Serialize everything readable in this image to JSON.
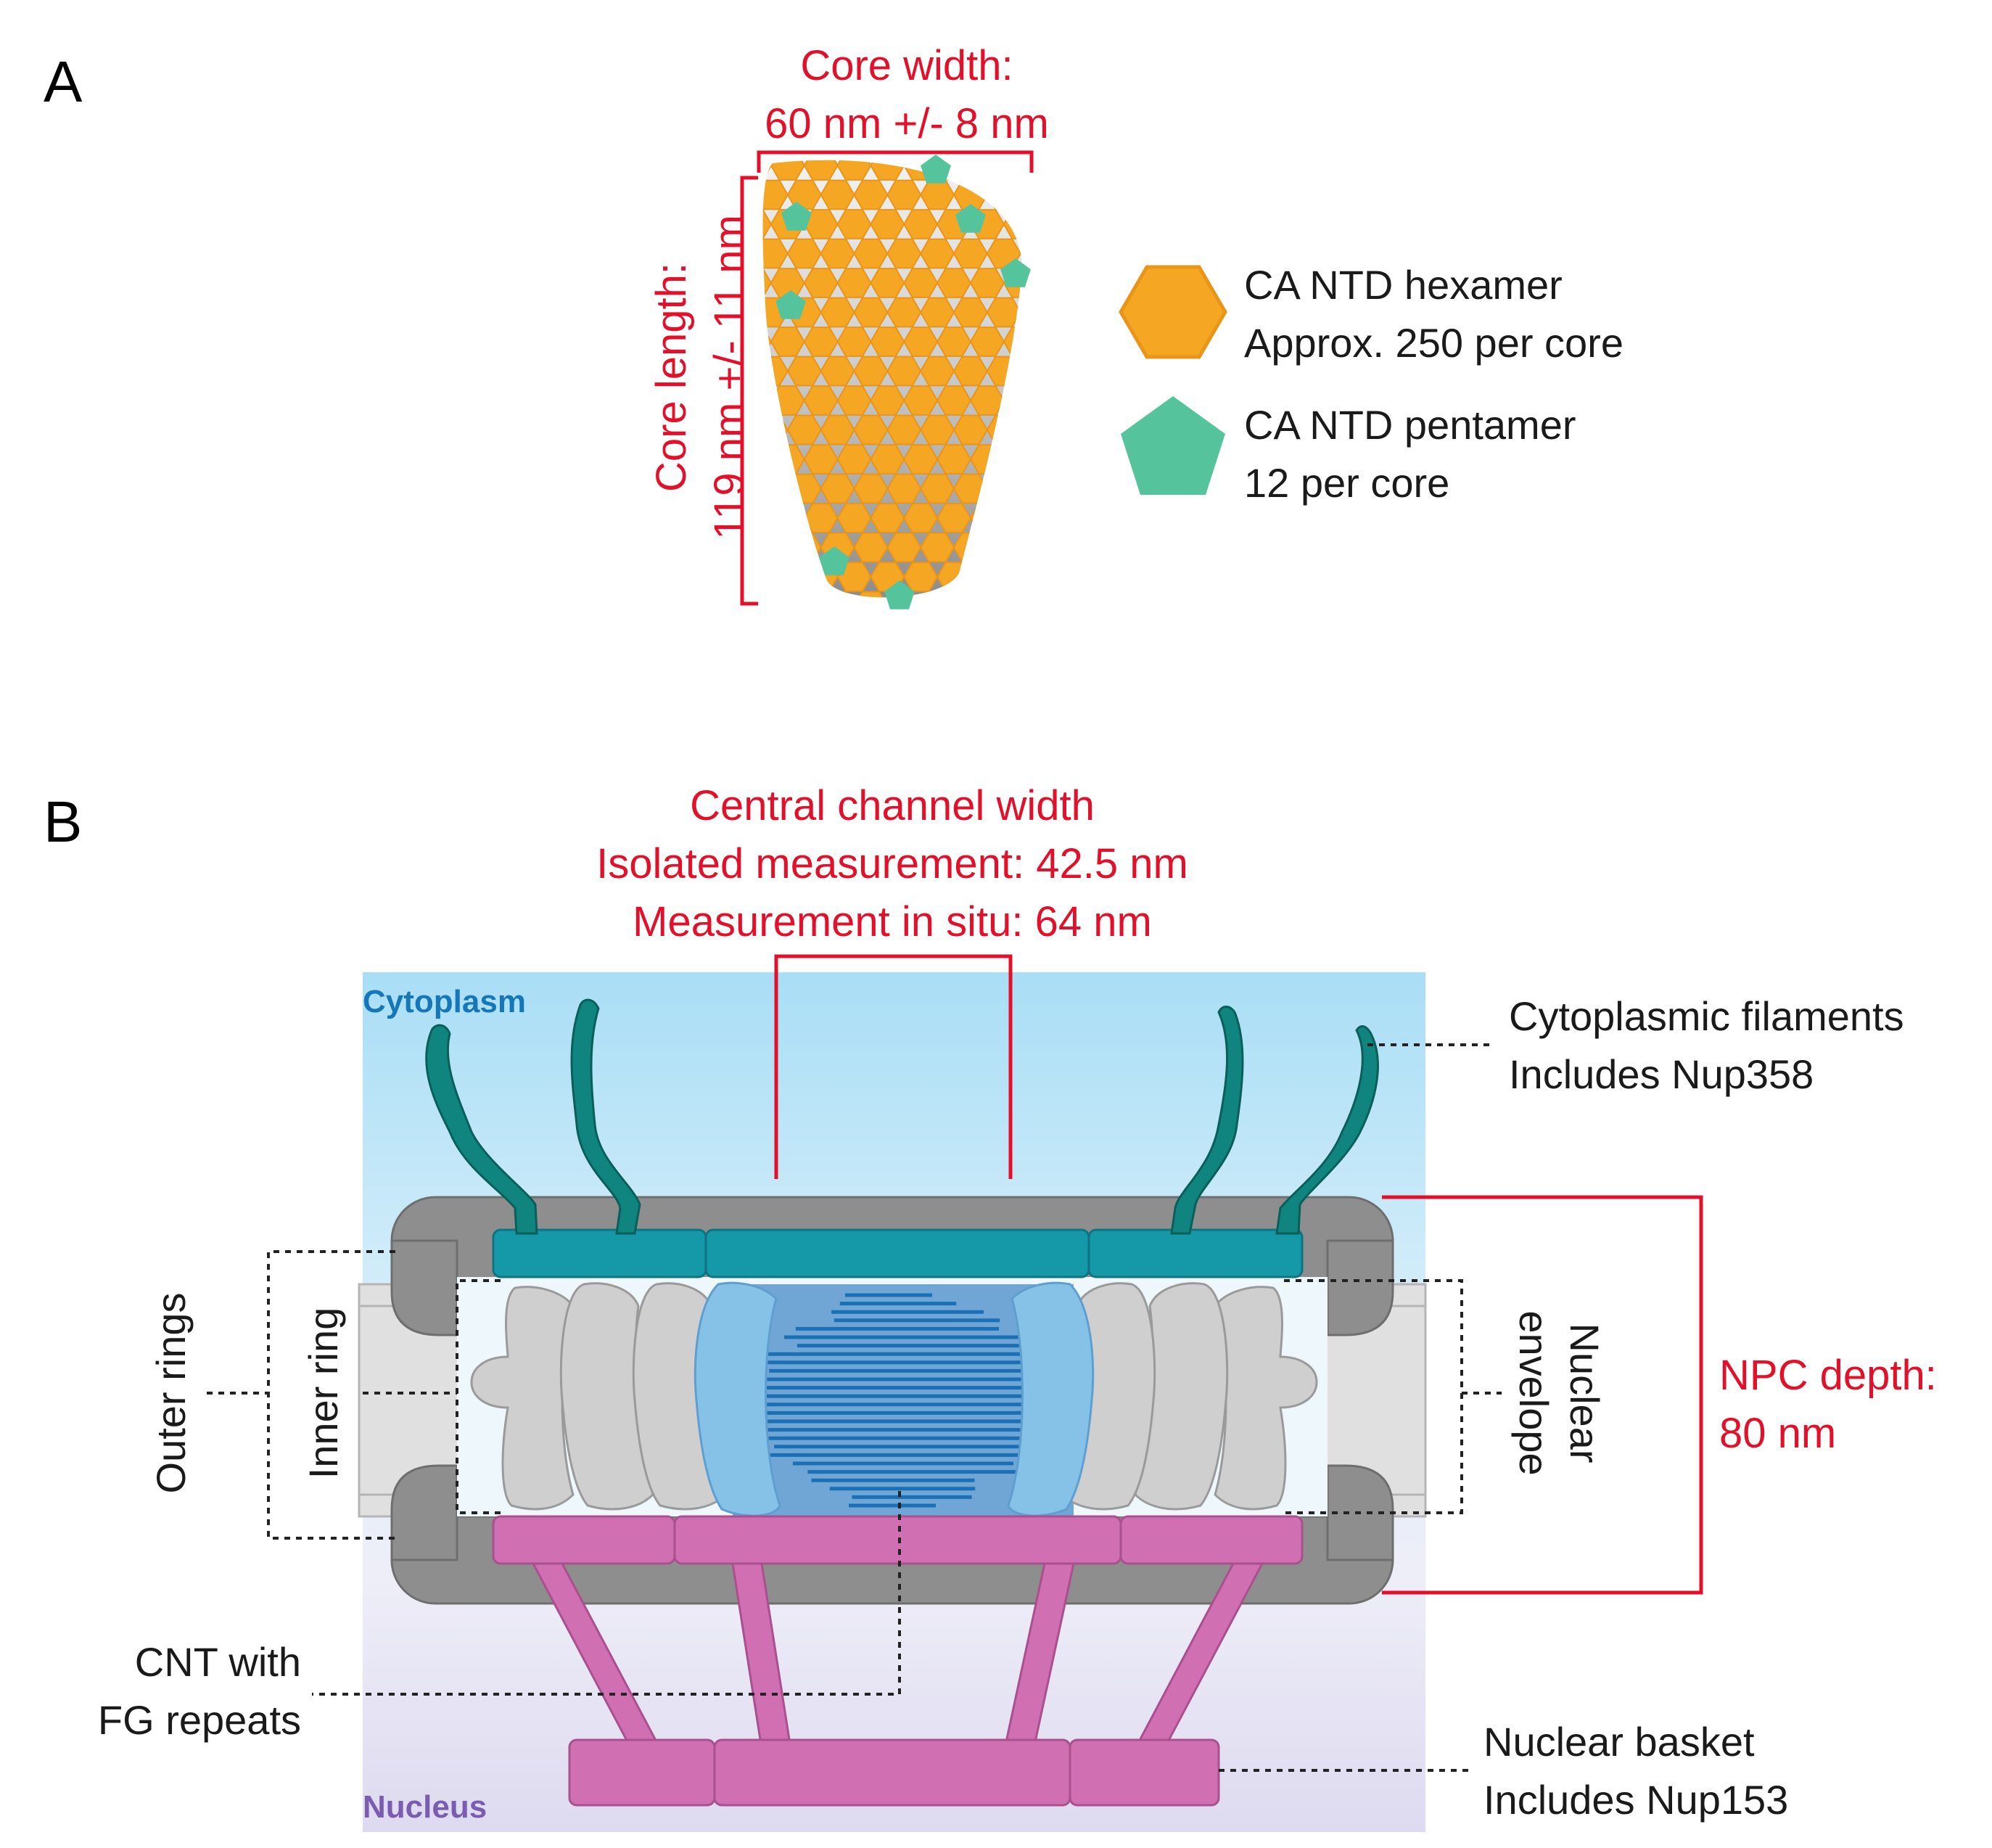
{
  "panel_a": {
    "letter": "A",
    "core_width": {
      "line1": "Core width:",
      "line2": "60 nm +/- 8 nm"
    },
    "core_length": {
      "line1": "Core length:",
      "line2": "119 nm +/- 11 nm"
    },
    "legend": [
      {
        "shape": "hexagon",
        "color": "#f5a623",
        "line1": "CA NTD hexamer",
        "line2": "Approx. 250 per core"
      },
      {
        "shape": "pentagon",
        "color": "#55c49c",
        "line1": "CA NTD pentamer",
        "line2": "12 per core"
      }
    ]
  },
  "panel_b": {
    "letter": "B",
    "central_channel": {
      "line1": "Central channel width",
      "line2": "Isolated measurement: 42.5 nm",
      "line3": "Measurement in situ: 64 nm"
    },
    "regions": {
      "cytoplasm": "Cytoplasm",
      "nucleus": "Nucleus"
    },
    "labels": {
      "cytoplasmic_filaments": {
        "line1": "Cytoplasmic filaments",
        "line2": "Includes Nup358"
      },
      "nuclear_envelope": {
        "line1": "Nuclear",
        "line2": "envelope"
      },
      "npc_depth": {
        "line1": "NPC depth:",
        "line2": "80 nm"
      },
      "outer_rings": "Outer rings",
      "inner_ring": "Inner ring",
      "cnt": {
        "line1": "CNT with",
        "line2": "FG repeats"
      },
      "nuclear_basket": {
        "line1": "Nuclear basket",
        "line2": "Includes Nup153"
      }
    },
    "colors": {
      "cytoplasm_text": "#1677b8",
      "nucleus_text": "#7a5cb0",
      "filament": "#10857f",
      "cyto_ring": "#1598a8",
      "nuclear_ring": "#d06fb2",
      "outer_ring": "#8e8e8e",
      "inner_ring": "#cfcfcf",
      "channel_lining": "#86c1e8",
      "fg_repeats": "#1a6fb5",
      "measurement": "#e3102a"
    }
  }
}
